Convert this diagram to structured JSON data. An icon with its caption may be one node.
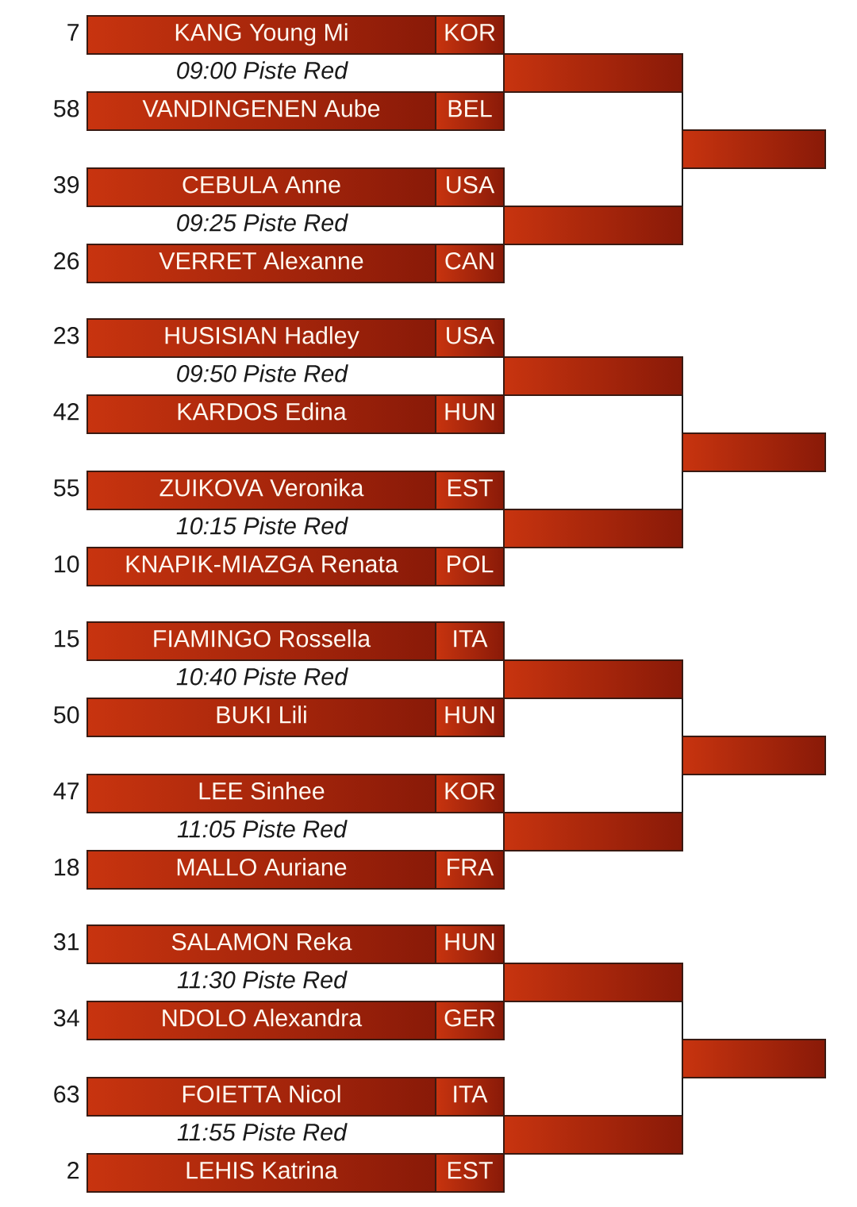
{
  "diagram": {
    "nodes": [
      {
        "text": [
          "KANG Young Mi",
          "KOR"
        ],
        "beside": [
          "7"
        ]
      },
      {
        "text": [],
        "shape": "box"
      },
      {
        "text": [
          "VANDINGENEN Aube",
          "BEL"
        ],
        "beside": [
          "58"
        ]
      },
      {
        "text": [],
        "shape": "box"
      },
      {
        "text": [
          "CEBULA Anne",
          "USA"
        ],
        "beside": [
          "39"
        ]
      },
      {
        "text": [],
        "shape": "box"
      },
      {
        "text": [
          "VERRET Alexanne",
          "CAN"
        ],
        "beside": [
          "26"
        ]
      },
      {
        "text": [
          "HUSISIAN Hadley",
          "USA"
        ],
        "beside": [
          "23"
        ]
      },
      {
        "text": [],
        "shape": "box"
      },
      {
        "text": [
          "KARDOS Edina",
          "HUN"
        ],
        "beside": [
          "42"
        ]
      },
      {
        "text": [],
        "shape": "box"
      },
      {
        "text": [
          "ZUIKOVA Veronika",
          "EST"
        ],
        "beside": [
          "55"
        ]
      },
      {
        "text": [],
        "shape": "box"
      },
      {
        "text": [
          "KNAPIK-MIAZGA Renata",
          "POL"
        ],
        "beside": [
          "10"
        ]
      },
      {
        "text": [
          "FIAMINGO Rossella",
          "ITA"
        ],
        "beside": [
          "15"
        ]
      },
      {
        "text": [],
        "shape": "box"
      },
      {
        "text": [
          "BUKI Lili",
          "HUN"
        ],
        "beside": [
          "50"
        ]
      },
      {
        "text": [],
        "shape": "box"
      },
      {
        "text": [
          "LEE Sinhee",
          "KOR"
        ],
        "beside": [
          "47"
        ]
      },
      {
        "text": [],
        "shape": "box"
      },
      {
        "text": [
          "MALLO Auriane",
          "FRA"
        ],
        "beside": [
          "18"
        ]
      },
      {
        "text": [
          "SALAMON Reka",
          "HUN"
        ],
        "beside": [
          "31"
        ]
      },
      {
        "text": [],
        "shape": "box"
      },
      {
        "text": [
          "NDOLO Alexandra",
          "GER"
        ],
        "beside": [
          "34"
        ]
      },
      {
        "text": [],
        "shape": "box"
      },
      {
        "text": [
          "FOIETTA Nicol",
          "ITA"
        ],
        "beside": [
          "63"
        ]
      },
      {
        "text": [],
        "shape": "box"
      },
      {
        "text": [
          "LEHIS Katrina",
          "EST"
        ],
        "beside": [
          "2"
        ]
      }
    ],
    "edges": [
      {
        "from": 1,
        "to": 3,
        "arrow": "none"
      },
      {
        "from": 5,
        "to": 3,
        "arrow": "none"
      },
      {
        "from": 8,
        "to": 10,
        "arrow": "none"
      },
      {
        "from": 12,
        "to": 10,
        "arrow": "none"
      },
      {
        "from": 15,
        "to": 17,
        "arrow": "none"
      },
      {
        "from": 19,
        "to": 17,
        "arrow": "none"
      },
      {
        "from": 22,
        "to": 24,
        "arrow": "none"
      },
      {
        "from": 26,
        "to": 24,
        "arrow": "none"
      }
    ],
    "labels": [
      "09:00 Piste Red",
      "09:25 Piste Red",
      "09:50 Piste Red",
      "10:15 Piste Red",
      "10:40 Piste Red",
      "11:05 Piste Red",
      "11:30 Piste Red",
      "11:55 Piste Red"
    ]
  }
}
